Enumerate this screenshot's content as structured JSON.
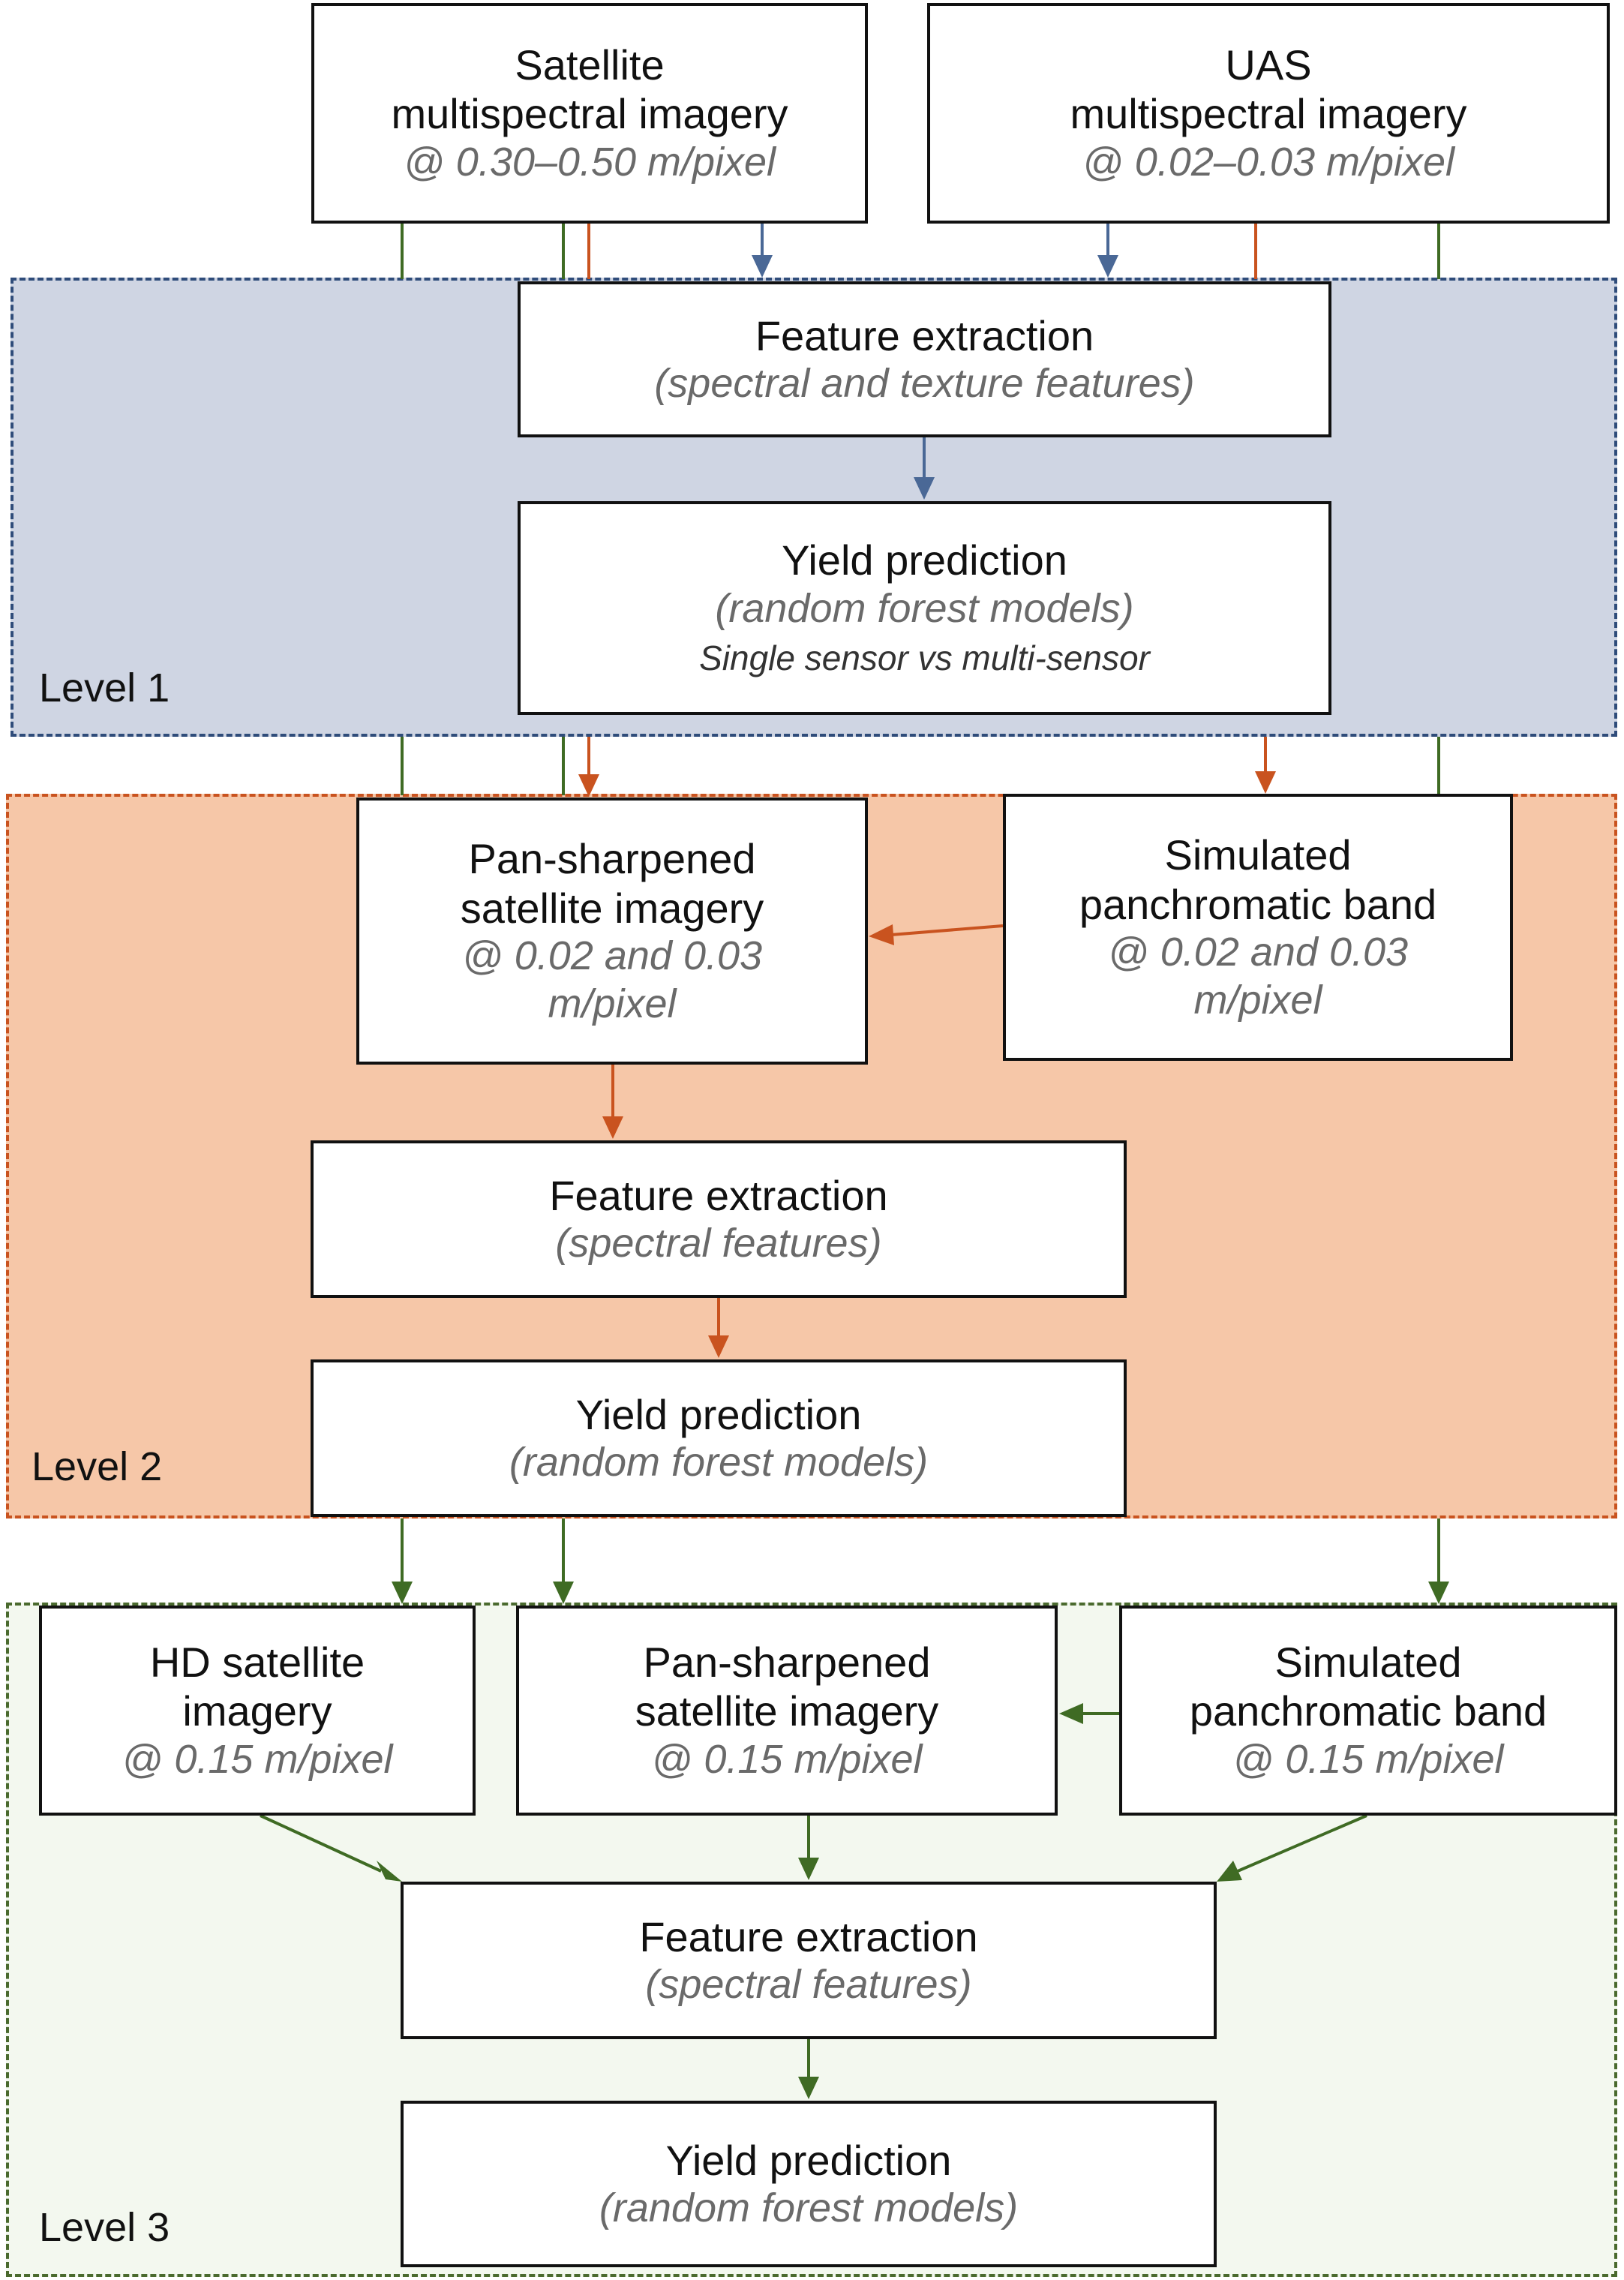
{
  "colors": {
    "level1_fill": "#cfd5e3",
    "level1_border": "#2f4c7a",
    "level2_fill": "#f6c7a8",
    "level2_border": "#c9531f",
    "level3_fill": "#f3f8ef",
    "level3_border": "#4a6a2e",
    "blue_arrow": "#4a6896",
    "orange_arrow": "#c9531f",
    "green_arrow": "#3f6b24"
  },
  "levels": {
    "level1": "Level 1",
    "level2": "Level 2",
    "level3": "Level 3"
  },
  "inputs": {
    "satellite": {
      "title": "Satellite\nmultispectral imagery",
      "sub": "@ 0.30–0.50 m/pixel"
    },
    "uas": {
      "title": "UAS\nmultispectral imagery",
      "sub": "@ 0.02–0.03 m/pixel"
    }
  },
  "level1": {
    "feature_extraction": {
      "title": "Feature extraction",
      "sub": "(spectral and texture features)"
    },
    "yield_prediction": {
      "title": "Yield prediction",
      "sub": "(random forest models)",
      "note": "Single sensor vs multi-sensor"
    }
  },
  "level2": {
    "pan_sharpened": {
      "title": "Pan-sharpened\nsatellite imagery",
      "sub": "@ 0.02 and 0.03\nm/pixel"
    },
    "simulated_pan": {
      "title": "Simulated\npanchromatic band",
      "sub": "@ 0.02 and 0.03\nm/pixel"
    },
    "feature_extraction": {
      "title": "Feature extraction",
      "sub": "(spectral features)"
    },
    "yield_prediction": {
      "title": "Yield prediction",
      "sub": "(random forest models)"
    }
  },
  "level3": {
    "hd_satellite": {
      "title": "HD satellite\nimagery",
      "sub": "@ 0.15 m/pixel"
    },
    "pan_sharpened": {
      "title": "Pan-sharpened\nsatellite imagery",
      "sub": "@ 0.15 m/pixel"
    },
    "simulated_pan": {
      "title": "Simulated\npanchromatic band",
      "sub": "@ 0.15 m/pixel"
    },
    "feature_extraction": {
      "title": "Feature extraction",
      "sub": "(spectral features)"
    },
    "yield_prediction": {
      "title": "Yield prediction",
      "sub": "(random forest models)"
    }
  }
}
